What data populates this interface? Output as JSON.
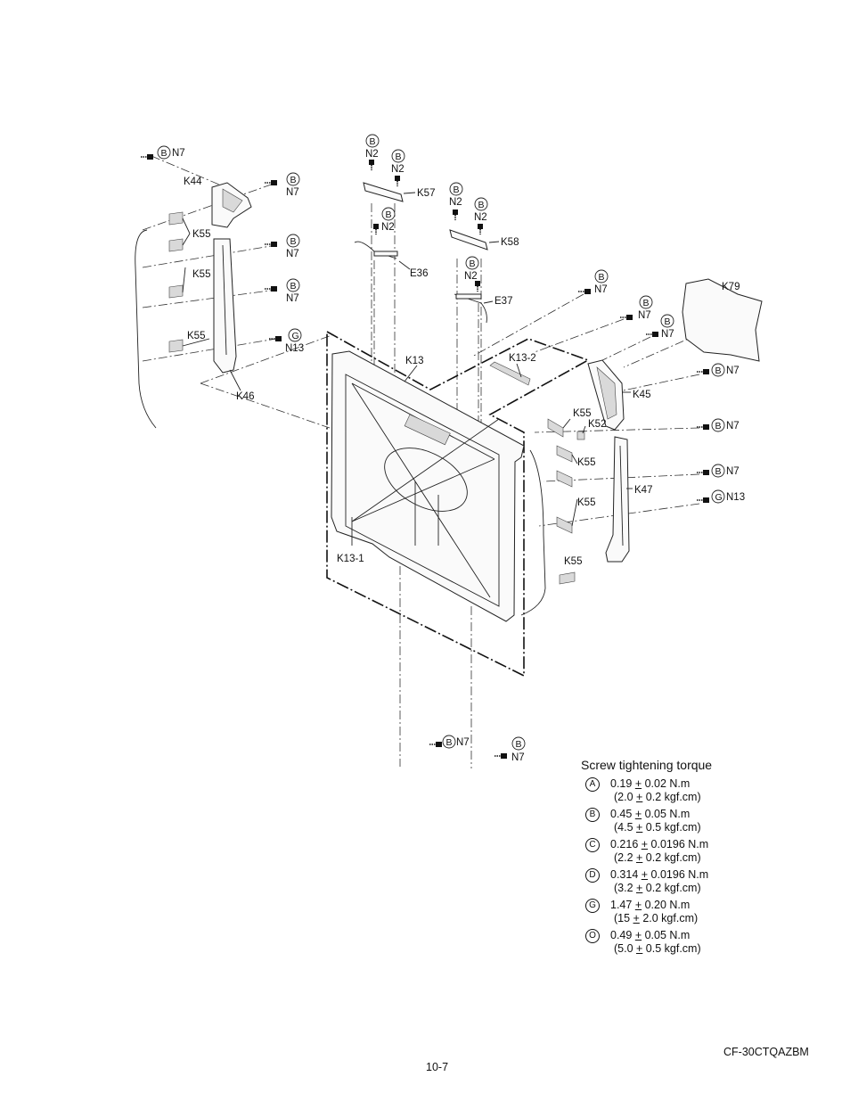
{
  "diagram": {
    "labels": {
      "k44": "K44",
      "k46": "K46",
      "k55a": "K55",
      "k55b": "K55",
      "k55c": "K55",
      "k57": "K57",
      "k58": "K58",
      "e36": "E36",
      "e37": "E37",
      "k13": "K13",
      "k13_1": "K13-1",
      "k13_2": "K13-2",
      "k79": "K79",
      "k45": "K45",
      "k47": "K47",
      "k52": "K52",
      "k55d": "K55",
      "k55e": "K55",
      "k55f": "K55",
      "k55g": "K55"
    },
    "screws": {
      "n7": "N7",
      "n2": "N2",
      "n13": "N13",
      "mark_b": "B",
      "mark_g": "G"
    }
  },
  "legend": {
    "title": "Screw tightening torque",
    "items": [
      {
        "mark": "A",
        "nm": "0.19 + 0.02 N.m",
        "kgf": "(2.0 + 0.2 kgf.cm)"
      },
      {
        "mark": "B",
        "nm": "0.45 + 0.05 N.m",
        "kgf": "(4.5 + 0.5 kgf.cm)"
      },
      {
        "mark": "C",
        "nm": "0.216 + 0.0196 N.m",
        "kgf": "(2.2 + 0.2 kgf.cm)"
      },
      {
        "mark": "D",
        "nm": "0.314 + 0.0196 N.m",
        "kgf": "(3.2 + 0.2 kgf.cm)"
      },
      {
        "mark": "G",
        "nm": "1.47 + 0.20 N.m",
        "kgf": "(15 + 2.0 kgf.cm)"
      },
      {
        "mark": "O",
        "nm": "0.49 + 0.05 N.m",
        "kgf": "(5.0 + 0.5 kgf.cm)"
      }
    ]
  },
  "footer": {
    "model": "CF-30CTQAZBM",
    "page": "10-7"
  }
}
